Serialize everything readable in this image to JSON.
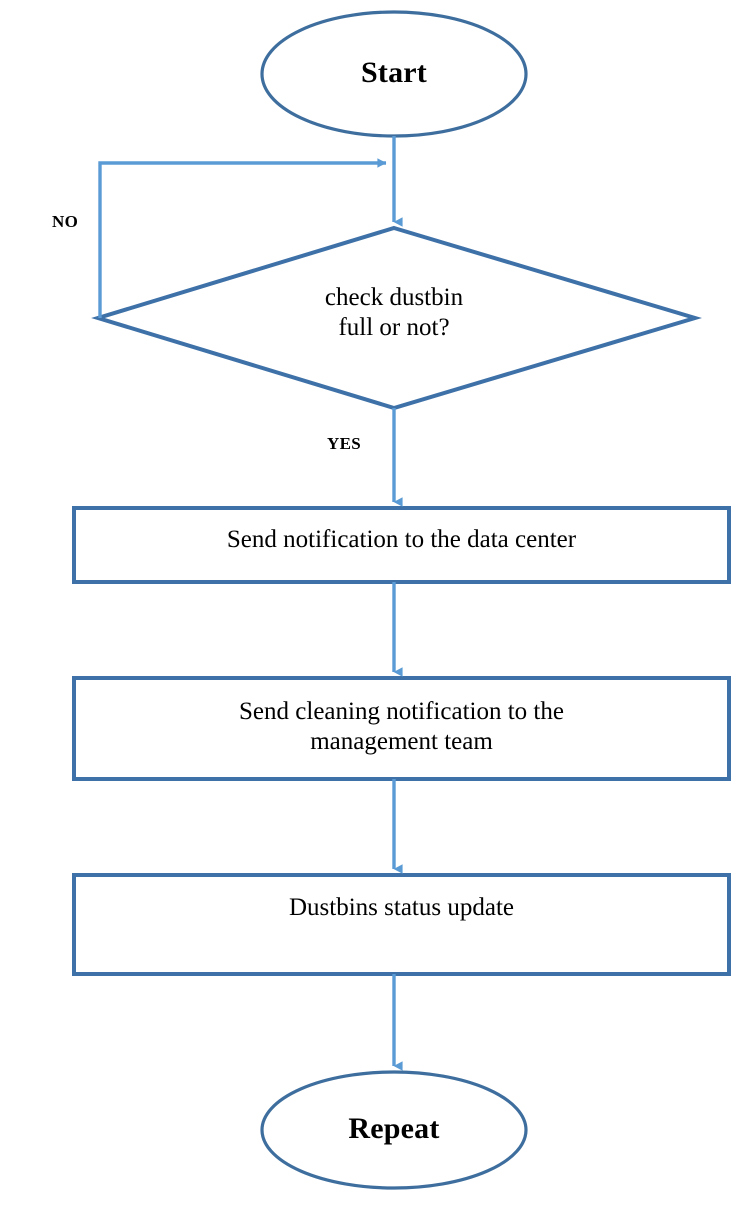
{
  "diagram": {
    "type": "flowchart",
    "title": "",
    "colors": {
      "shape_stroke": "#3E71A8",
      "connector": "#5B9BD5",
      "text": "#000000",
      "background": "#FFFFFF"
    },
    "nodes": [
      {
        "id": "start",
        "shape": "ellipse",
        "label": "Start",
        "name": "start-terminator"
      },
      {
        "id": "decision",
        "shape": "diamond",
        "label": "check dustbin\nfull or not?",
        "name": "decision-check-dustbin-full"
      },
      {
        "id": "notify-data-center",
        "shape": "rectangle",
        "label": "Send notification to the data center",
        "name": "process-send-notification-data-center"
      },
      {
        "id": "notify-management",
        "shape": "rectangle",
        "label": "Send cleaning notification to the\nmanagement team",
        "name": "process-send-cleaning-notification-management"
      },
      {
        "id": "status-update",
        "shape": "rectangle",
        "label": "Dustbins status update",
        "name": "process-dustbins-status-update"
      },
      {
        "id": "repeat",
        "shape": "ellipse",
        "label": "Repeat",
        "name": "repeat-terminator"
      }
    ],
    "edges": [
      {
        "id": "e1",
        "from": "start",
        "to": "decision",
        "label": ""
      },
      {
        "id": "e2",
        "from": "decision",
        "to": "start-join",
        "label": "NO"
      },
      {
        "id": "e3",
        "from": "decision",
        "to": "notify-data-center",
        "label": "YES"
      },
      {
        "id": "e4",
        "from": "notify-data-center",
        "to": "notify-management",
        "label": ""
      },
      {
        "id": "e5",
        "from": "notify-management",
        "to": "status-update",
        "label": ""
      },
      {
        "id": "e6",
        "from": "status-update",
        "to": "repeat",
        "label": ""
      }
    ]
  }
}
